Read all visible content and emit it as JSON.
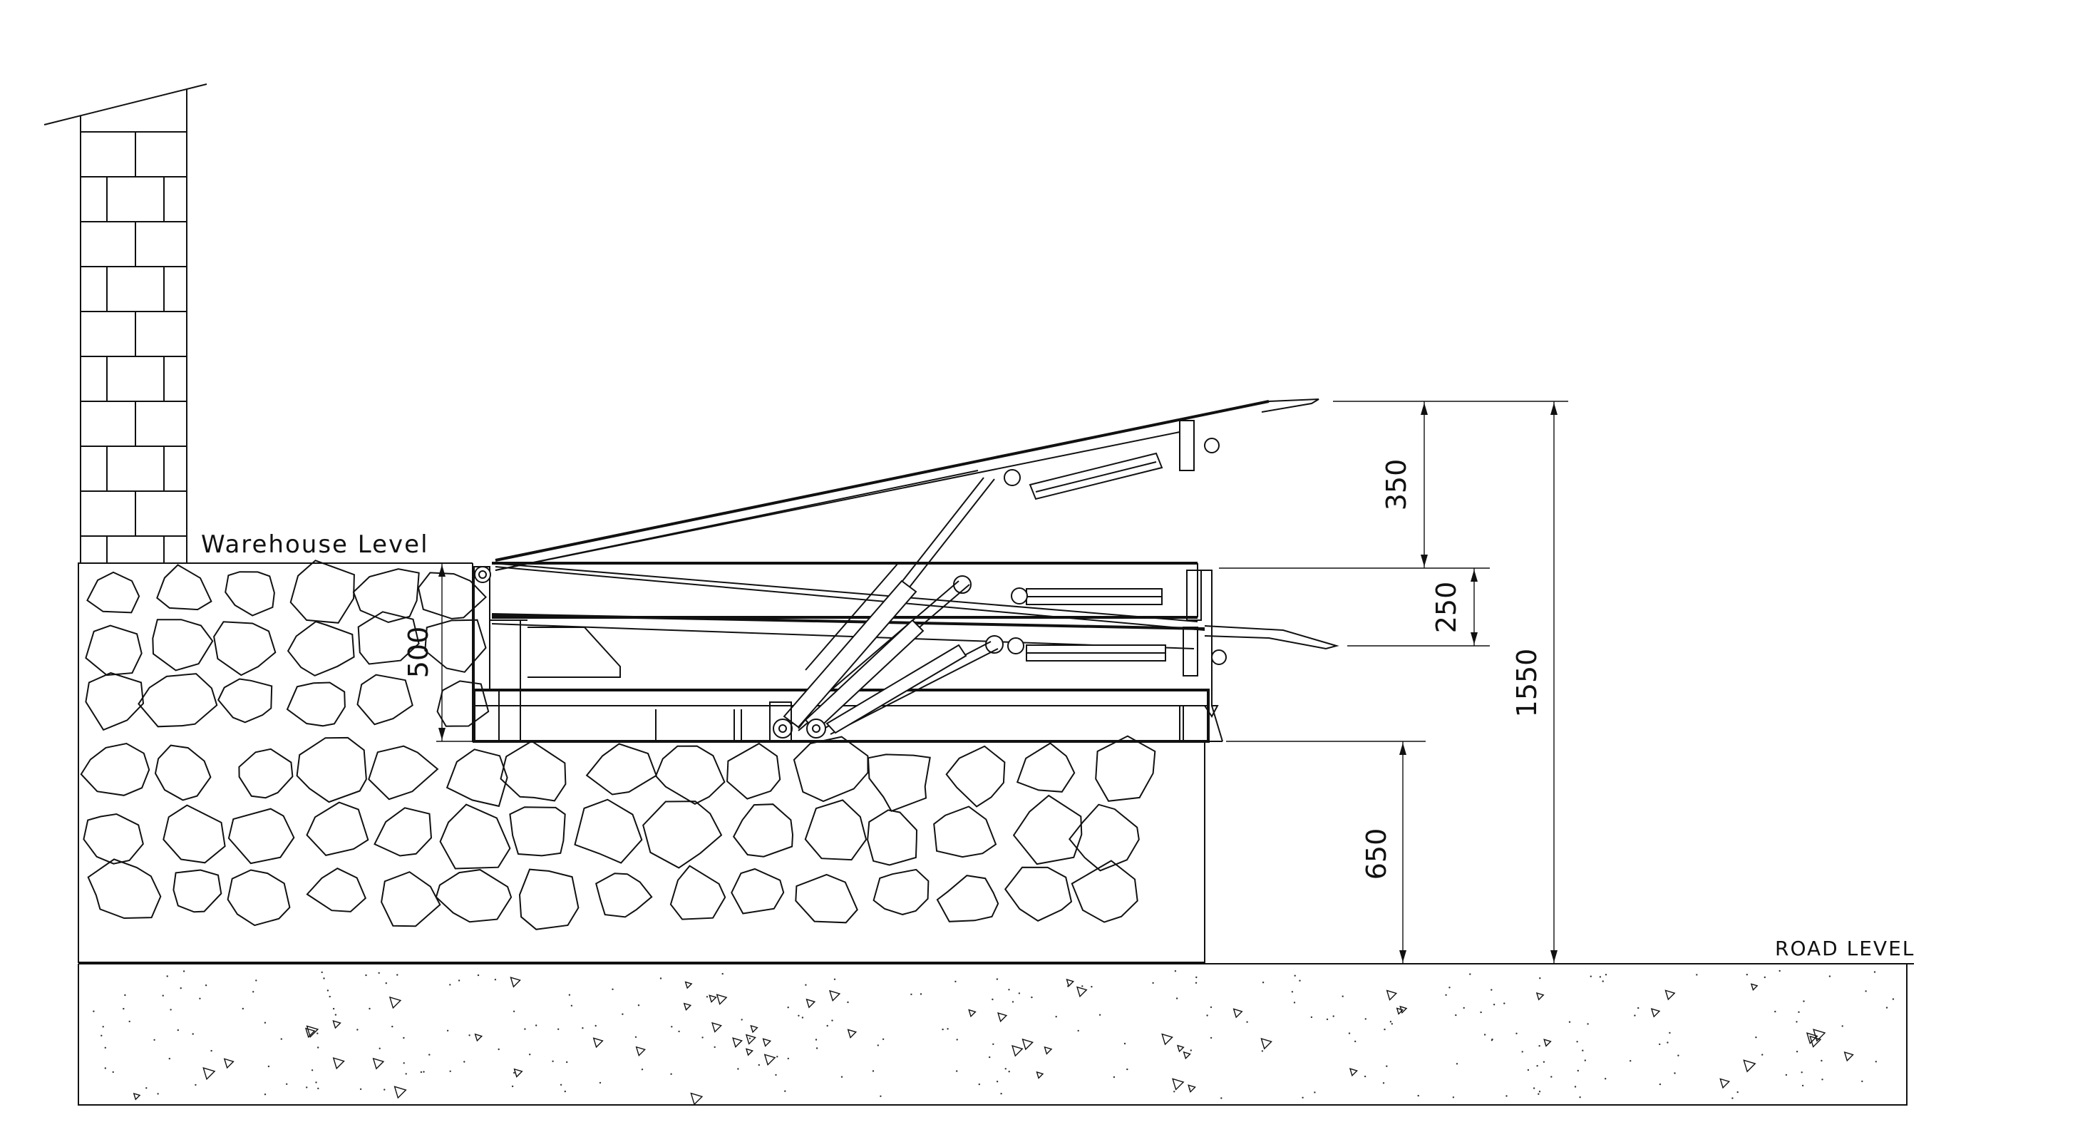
{
  "labels": {
    "warehouse_level": "Warehouse Level",
    "road_level": "ROAD LEVEL"
  },
  "dimensions": {
    "lip_raise": "350",
    "lip_drop": "250",
    "pit_depth": "500",
    "dock_height": "650",
    "total_height": "1550"
  },
  "colors": {
    "line": "#111111",
    "background": "#ffffff"
  }
}
